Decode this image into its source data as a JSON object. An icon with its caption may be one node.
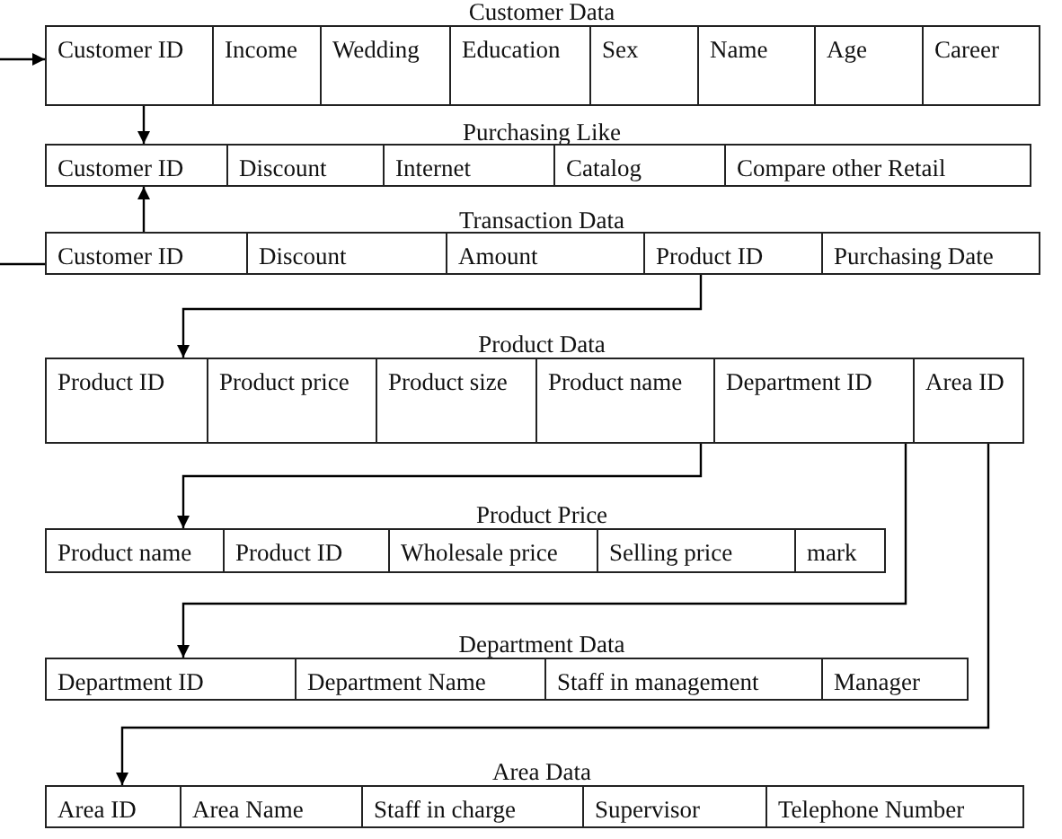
{
  "diagram": {
    "nodes": [
      {
        "text": [
          "Customer Data"
        ]
      },
      {
        "text": [
          "Customer ID"
        ],
        "in": 0
      },
      {
        "text": [
          "Income"
        ],
        "in": 0
      },
      {
        "text": [
          "Wedding"
        ],
        "in": 0
      },
      {
        "text": [
          "Education"
        ],
        "in": 0
      },
      {
        "text": [
          "Sex"
        ],
        "in": 0
      },
      {
        "text": [
          "Name"
        ],
        "in": 0
      },
      {
        "text": [
          "Age"
        ],
        "in": 0
      },
      {
        "text": [
          "Career"
        ],
        "in": 0
      },
      {
        "text": [
          "Purchasing Like"
        ]
      },
      {
        "text": [
          "Customer ID"
        ],
        "in": 9
      },
      {
        "text": [
          "Discount"
        ],
        "in": 9
      },
      {
        "text": [
          "Internet"
        ],
        "in": 9
      },
      {
        "text": [
          "Catalog"
        ],
        "in": 9
      },
      {
        "text": [
          "Compare other Retail"
        ],
        "in": 9
      },
      {
        "text": [
          "Transaction Data"
        ]
      },
      {
        "text": [
          "Customer ID"
        ],
        "in": 15
      },
      {
        "text": [
          "Discount"
        ],
        "in": 15
      },
      {
        "text": [
          "Amount"
        ],
        "in": 15
      },
      {
        "text": [
          "Product ID"
        ],
        "in": 15
      },
      {
        "text": [
          "Purchasing Date"
        ],
        "in": 15
      },
      {
        "text": [
          "Product Data"
        ]
      },
      {
        "text": [
          "Product ID"
        ],
        "in": 21
      },
      {
        "text": [
          "Product price"
        ],
        "in": 21
      },
      {
        "text": [
          "Product size"
        ],
        "in": 21
      },
      {
        "text": [
          "Product name"
        ],
        "in": 21
      },
      {
        "text": [
          "Department ID"
        ],
        "in": 21
      },
      {
        "text": [
          "Area ID"
        ],
        "in": 21
      },
      {
        "text": [
          "Product Price"
        ]
      },
      {
        "text": [
          "Product name"
        ],
        "in": 28
      },
      {
        "text": [
          "Product ID"
        ],
        "in": 28
      },
      {
        "text": [
          "Wholesale price"
        ],
        "in": 28
      },
      {
        "text": [
          "Selling price"
        ],
        "in": 28
      },
      {
        "text": [
          "mark"
        ],
        "in": 28
      },
      {
        "text": [
          "Department Data"
        ]
      },
      {
        "text": [
          "Department ID"
        ],
        "in": 34
      },
      {
        "text": [
          "Department Name"
        ],
        "in": 34
      },
      {
        "text": [
          "Staff in management"
        ],
        "in": 34
      },
      {
        "text": [
          "Manager"
        ],
        "in": 34
      },
      {
        "text": [
          "Area Data"
        ]
      },
      {
        "text": [
          "Area ID"
        ],
        "in": 39
      },
      {
        "text": [
          "Area Name"
        ],
        "in": 39
      },
      {
        "text": [
          "Staff in charge"
        ],
        "in": 39
      },
      {
        "text": [
          "Supervisor"
        ],
        "in": 39
      },
      {
        "text": [
          "Telephone Number"
        ],
        "in": 39
      }
    ],
    "edges": [
      {
        "from": null,
        "to": 1,
        "arrow": "to"
      },
      {
        "from": 16,
        "to": null,
        "arrow": "none"
      },
      {
        "from": 1,
        "to": 10,
        "arrow": "to"
      },
      {
        "from": 16,
        "to": 10,
        "arrow": "to"
      },
      {
        "from": 19,
        "to": 22,
        "arrow": "to"
      },
      {
        "from": 25,
        "to": 29,
        "arrow": "to"
      },
      {
        "from": 26,
        "to": 35,
        "arrow": "to"
      },
      {
        "from": 27,
        "to": 40,
        "arrow": "to"
      }
    ]
  }
}
